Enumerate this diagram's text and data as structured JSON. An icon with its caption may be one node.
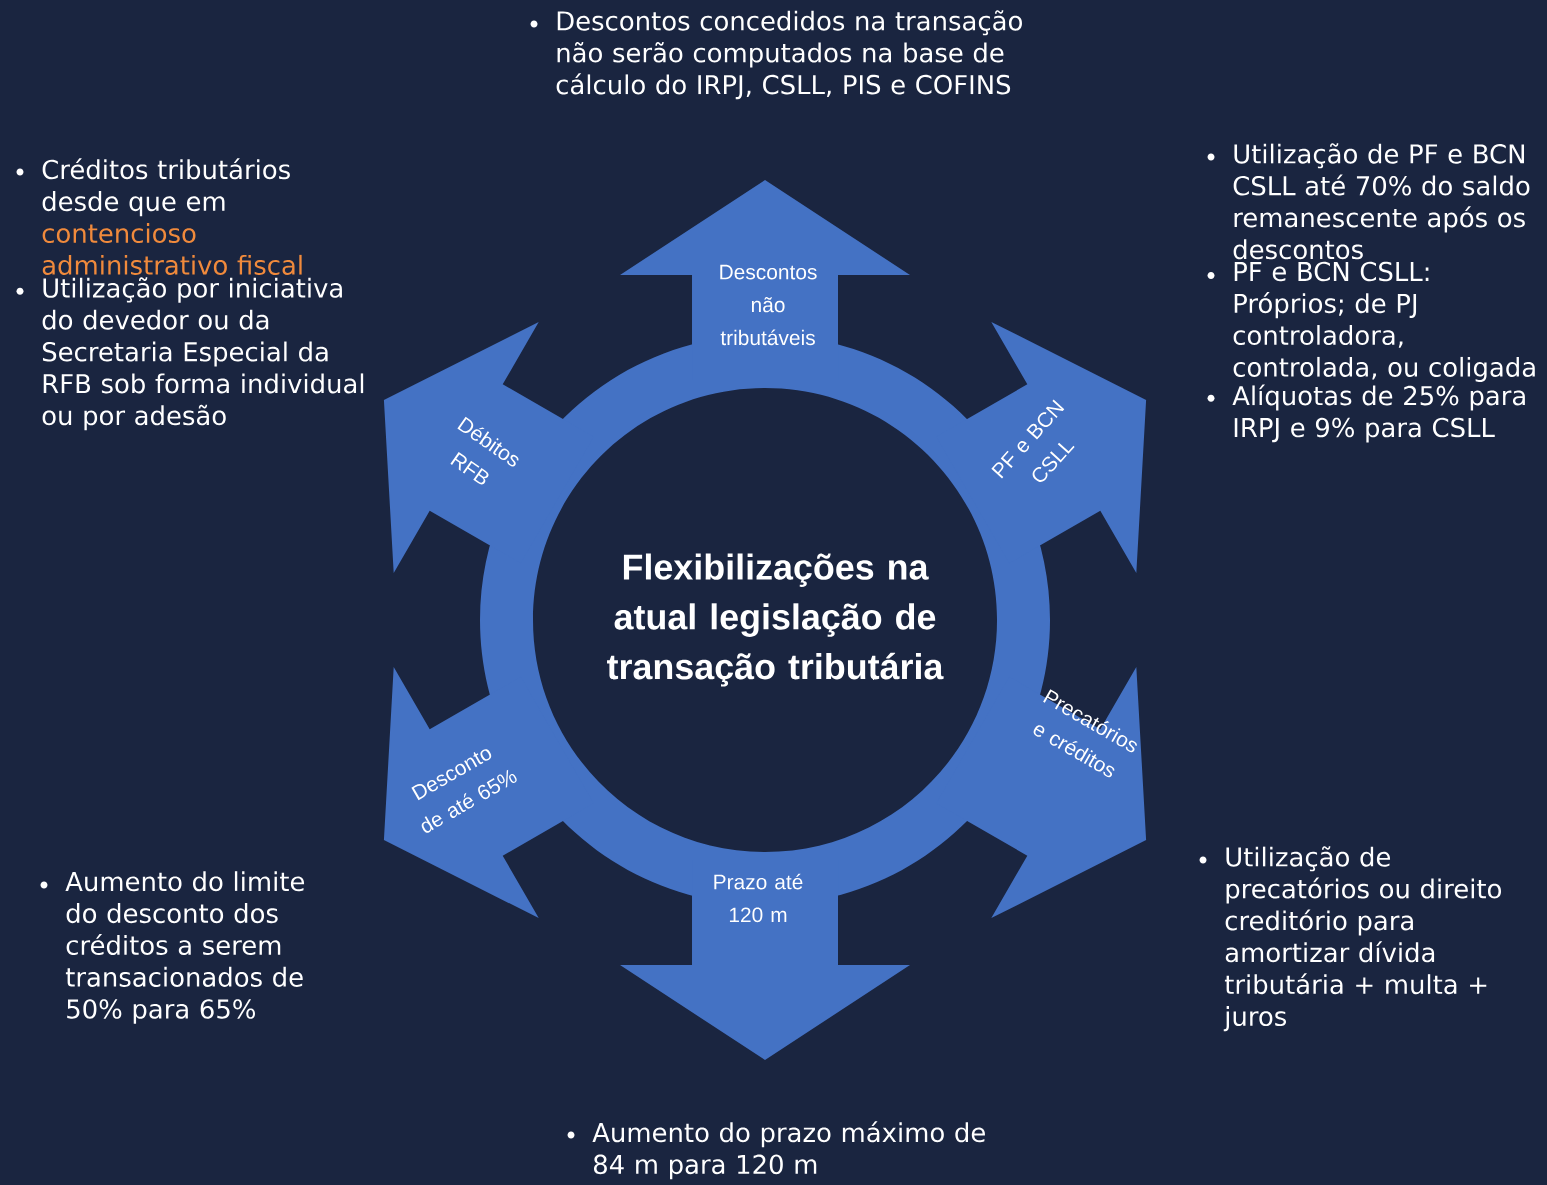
{
  "diagram": {
    "nodes": [
      {
        "text": [
          "Flexibilizações na atual legislação de transação tributária"
        ]
      },
      {
        "text": [
          "Descontos não tributáveis"
        ],
        "beside": [
          "Descontos concedidos na transação não serão computados na base de cálculo do IRPJ, CSLL, PIS e COFINS"
        ]
      },
      {
        "text": [
          "PF e BCN CSLL"
        ],
        "beside": [
          "Utilização de PF e BCN CSLL até 70% do saldo remanescente após os descontos",
          "PF e BCN CSLL: Próprios; de PJ controladora, controlada, ou coligada",
          "Alíquotas de 25% para IRPJ e 9% para CSLL"
        ]
      },
      {
        "text": [
          "Precatórios e créditos"
        ],
        "beside": [
          "Utilização de precatórios ou direito creditório para amortizar dívida tributária + multa + juros"
        ]
      },
      {
        "text": [
          "Prazo até 120 m"
        ],
        "beside": [
          "Aumento do prazo máximo de 84 m para 120 m"
        ]
      },
      {
        "text": [
          "Desconto de até 65%"
        ],
        "beside": [
          "Aumento do limite do desconto dos créditos a serem transacionados de 50% para 65%"
        ]
      },
      {
        "text": [
          "Débitos RFB"
        ],
        "beside": [
          "Créditos tributários desde que em **contencioso administrativo fiscal**",
          "Utilização por iniciativa do devedor ou da Secretaria Especial da RFB sob forma individual ou por adesão"
        ]
      }
    ]
  }
}
